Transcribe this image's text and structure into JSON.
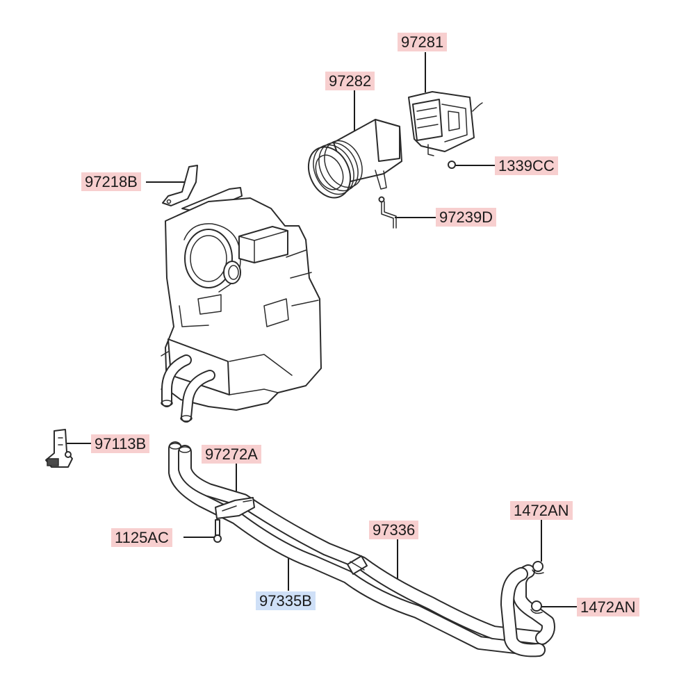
{
  "labels": {
    "p97281": "97281",
    "p97282": "97282",
    "p1339CC": "1339CC",
    "p97218B": "97218B",
    "p97239D": "97239D",
    "p97113B": "97113B",
    "p97272A": "97272A",
    "p1125AC": "1125AC",
    "p97336": "97336",
    "p1472AN_a": "1472AN",
    "p1472AN_b": "1472AN",
    "p97335B": "97335B"
  },
  "colors": {
    "label_highlight": "#f7cfcf",
    "label_selected": "#cfe0f7",
    "line": "#2b2b2b"
  }
}
